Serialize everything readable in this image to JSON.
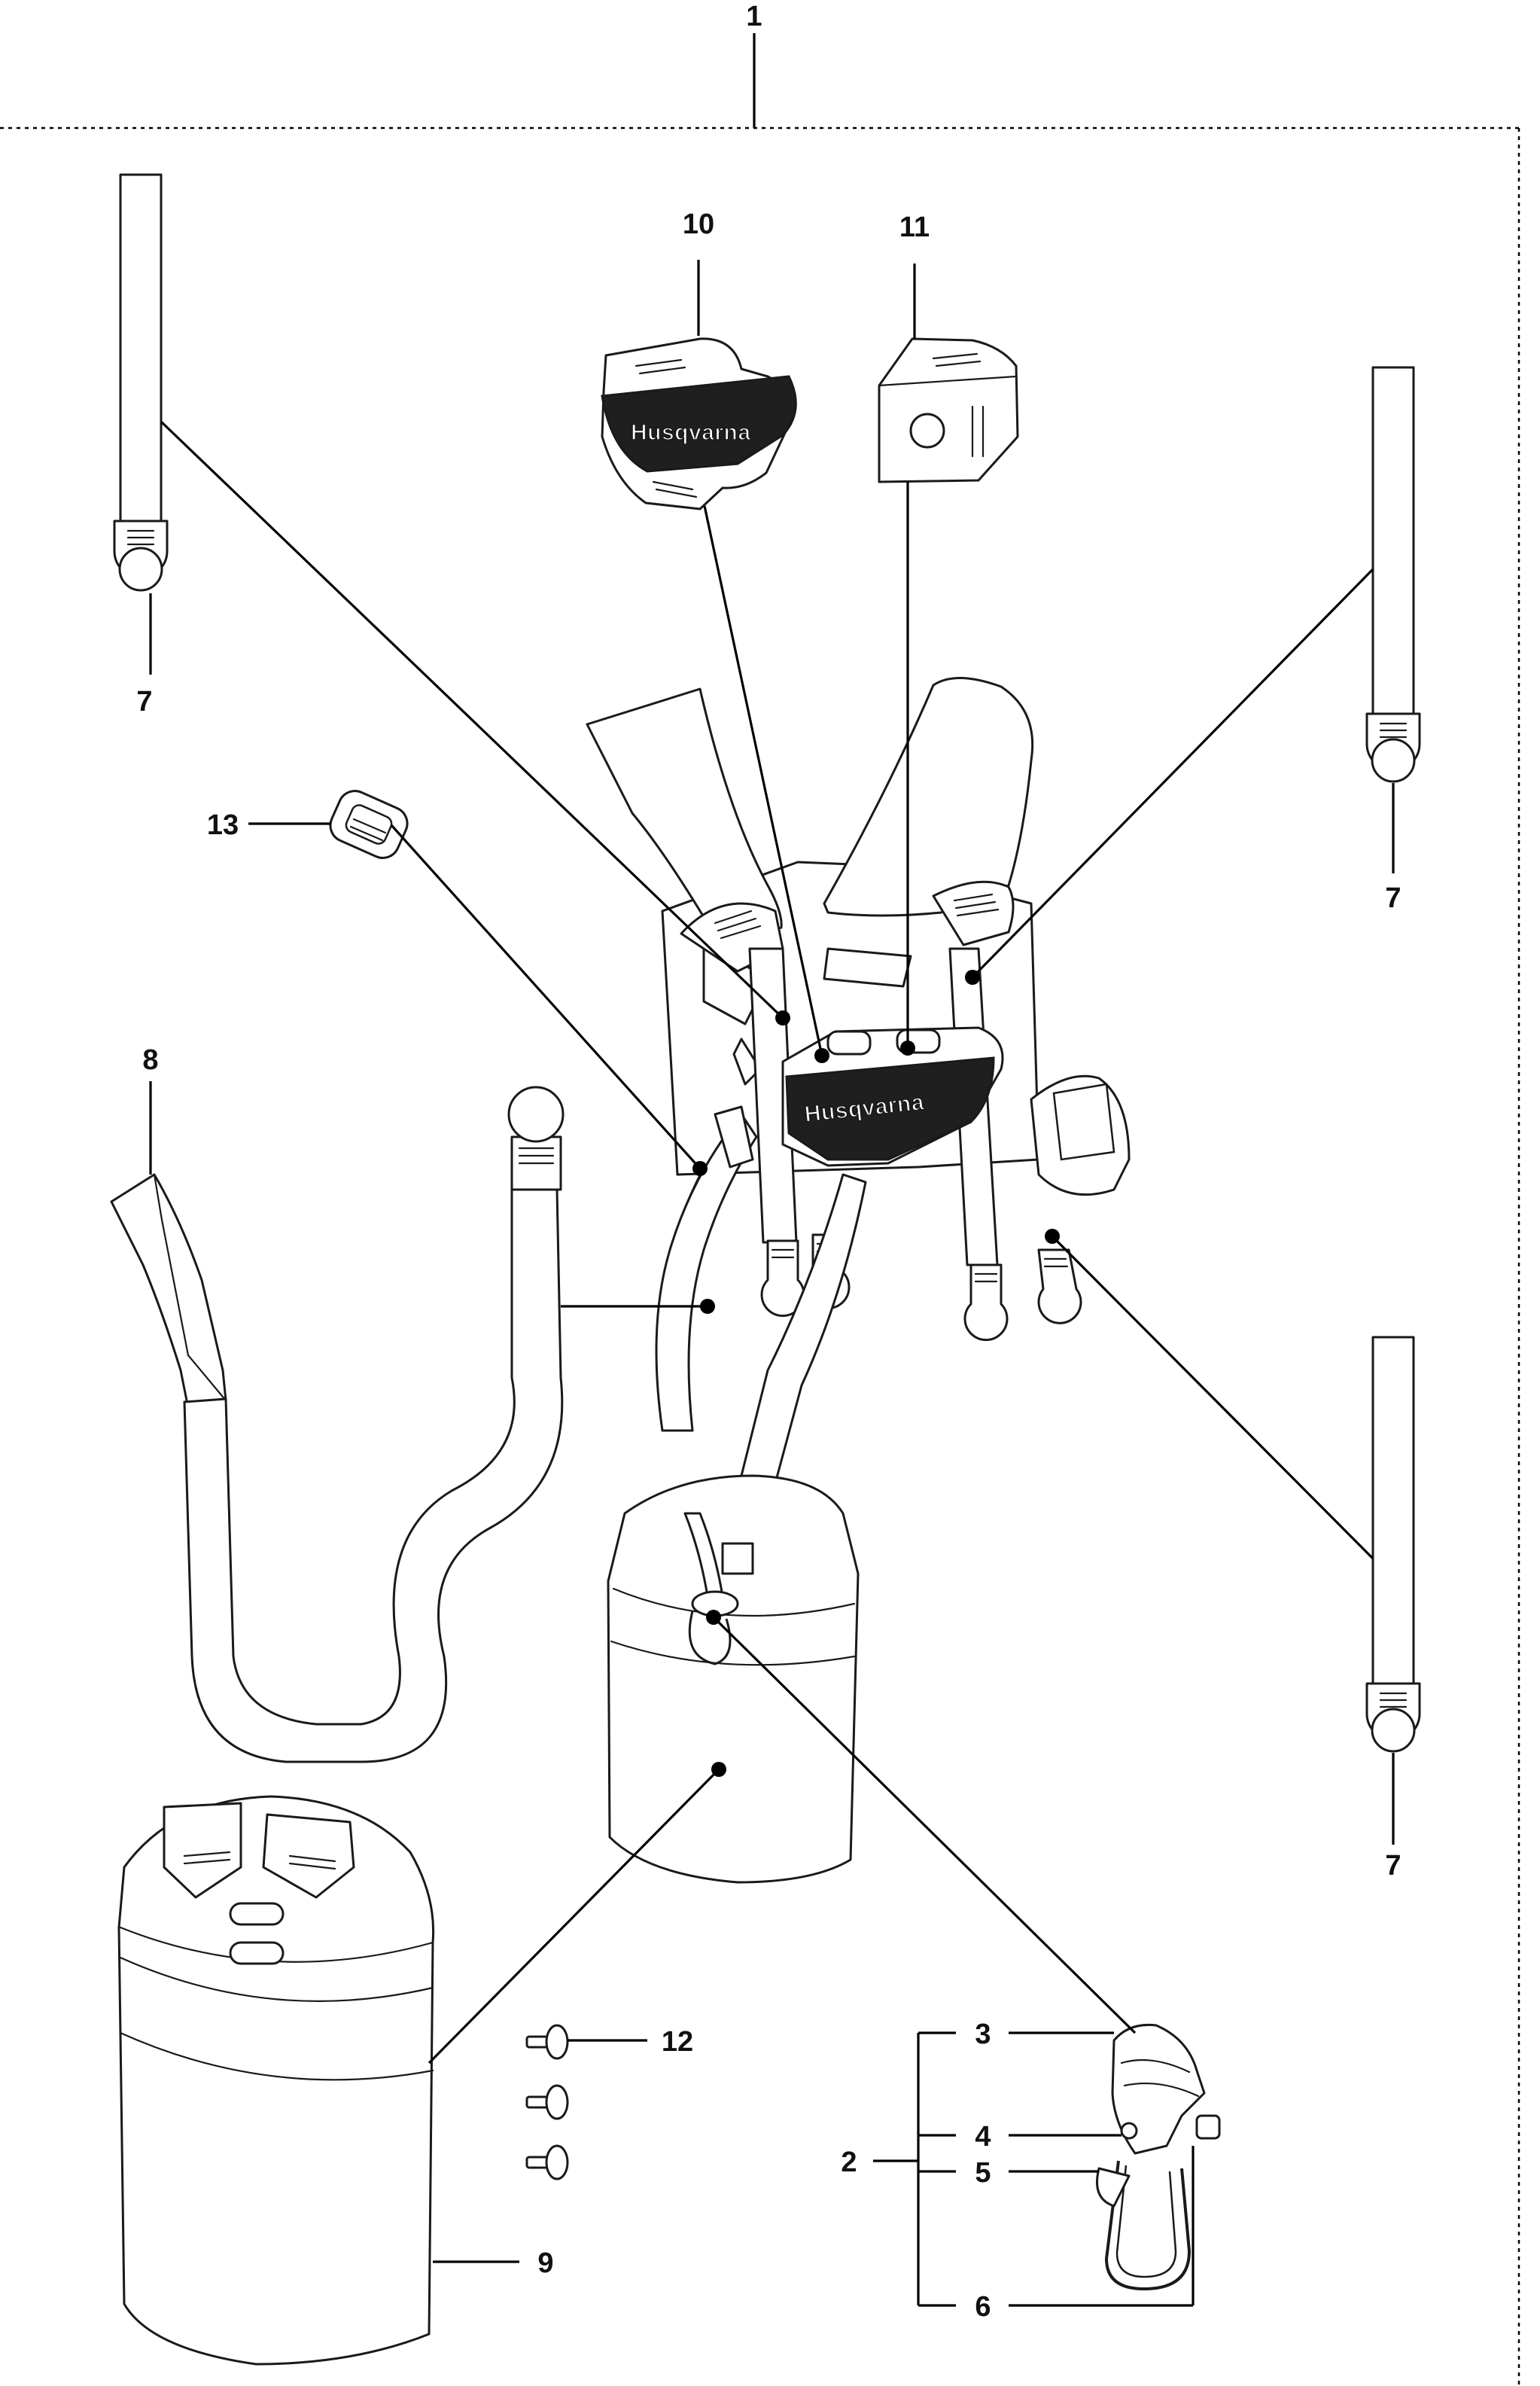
{
  "callouts": {
    "c1": "1",
    "c2": "2",
    "c3": "3",
    "c4": "4",
    "c5": "5",
    "c6": "6",
    "c7a": "7",
    "c7b": "7",
    "c7c": "7",
    "c8": "8",
    "c9": "9",
    "c10": "10",
    "c11": "11",
    "c12": "12",
    "c13": "13"
  },
  "brand": {
    "pad_label": "Husqvarna",
    "chest_label": "Husqvarna"
  }
}
